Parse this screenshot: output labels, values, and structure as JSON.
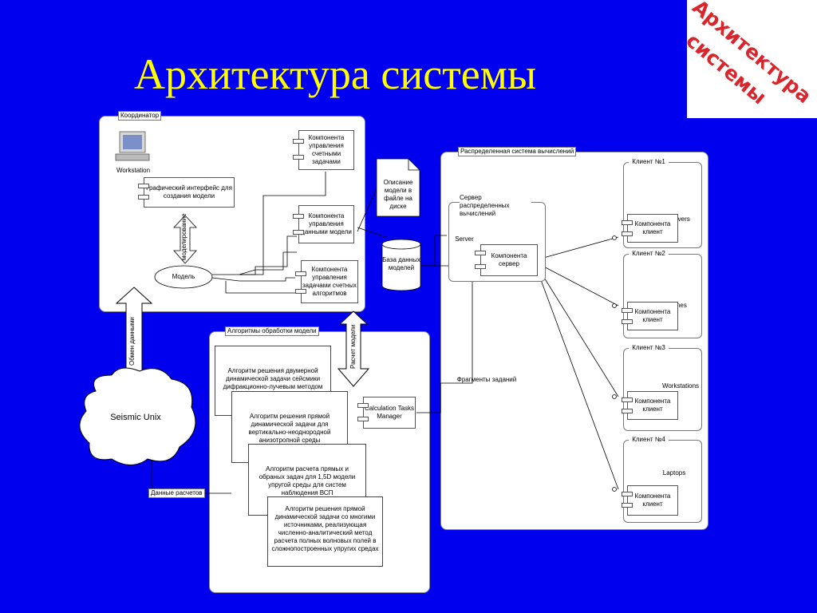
{
  "title": "Архитектура системы",
  "logo": {
    "line1": "Архитектура",
    "line2": "системы"
  },
  "coordinator": {
    "title": "Координатор",
    "workstation": "Workstation",
    "gui": "Графический интерфейс для создания модели",
    "modeling": "моделирование",
    "model": "Модель",
    "comp_tasks": "Компонента управления счетными задачами",
    "comp_data": "Компонента управления данными модели",
    "comp_algo": "Компонента управления задачами счетных алгоритмов"
  },
  "doc": "Описание модели в файле на диске",
  "database": "База данных моделей",
  "exchange": "Обмен данными",
  "calc_model": "Расчет модели",
  "seismic": "Seismic Unix",
  "calc_data": "Данные расчетов",
  "fragments": "Фрагменты заданий",
  "algorithms": {
    "title": "Алгоритмы обработки модели",
    "a1": "Алгоритм решения двумерной динамической задачи сейсмики дифракционно-лучевым методом",
    "a2": "Алгоритм решения прямой динамической задачи для вертикально-неоднородной анизотропной среды",
    "a3": "Алгоритм расчета прямых и обраных задач для 1,5D модели упругой среды для систем наблюдения ВСП",
    "a4": "Алгоритм решения прямой динамической задачи со многими источниками, реализующая численно-аналитический метод расчета полных волновых полей в сложнопостроенных упругих средах",
    "ctm": "Calculation Tasks Manager"
  },
  "distributed": {
    "title": "Распределенная система вычислений",
    "server_title": "Сервер распределенных вычислений",
    "server": "Server",
    "comp_server": "Компонента сервер",
    "clients": [
      {
        "title": "Клиент №1",
        "device": "Servers",
        "comp": "Компонента клиент"
      },
      {
        "title": "Клиент №2",
        "device": "Mainframes",
        "comp": "Компонента клиент"
      },
      {
        "title": "Клиент №3",
        "device": "Workstations",
        "comp": "Компонента клиент"
      },
      {
        "title": "Клиент №4",
        "device": "Laptops",
        "comp": "Компонента клиент"
      }
    ]
  },
  "colors": {
    "background": "#0000ee",
    "title": "#ffff00",
    "logo_text": "#d9262c"
  }
}
